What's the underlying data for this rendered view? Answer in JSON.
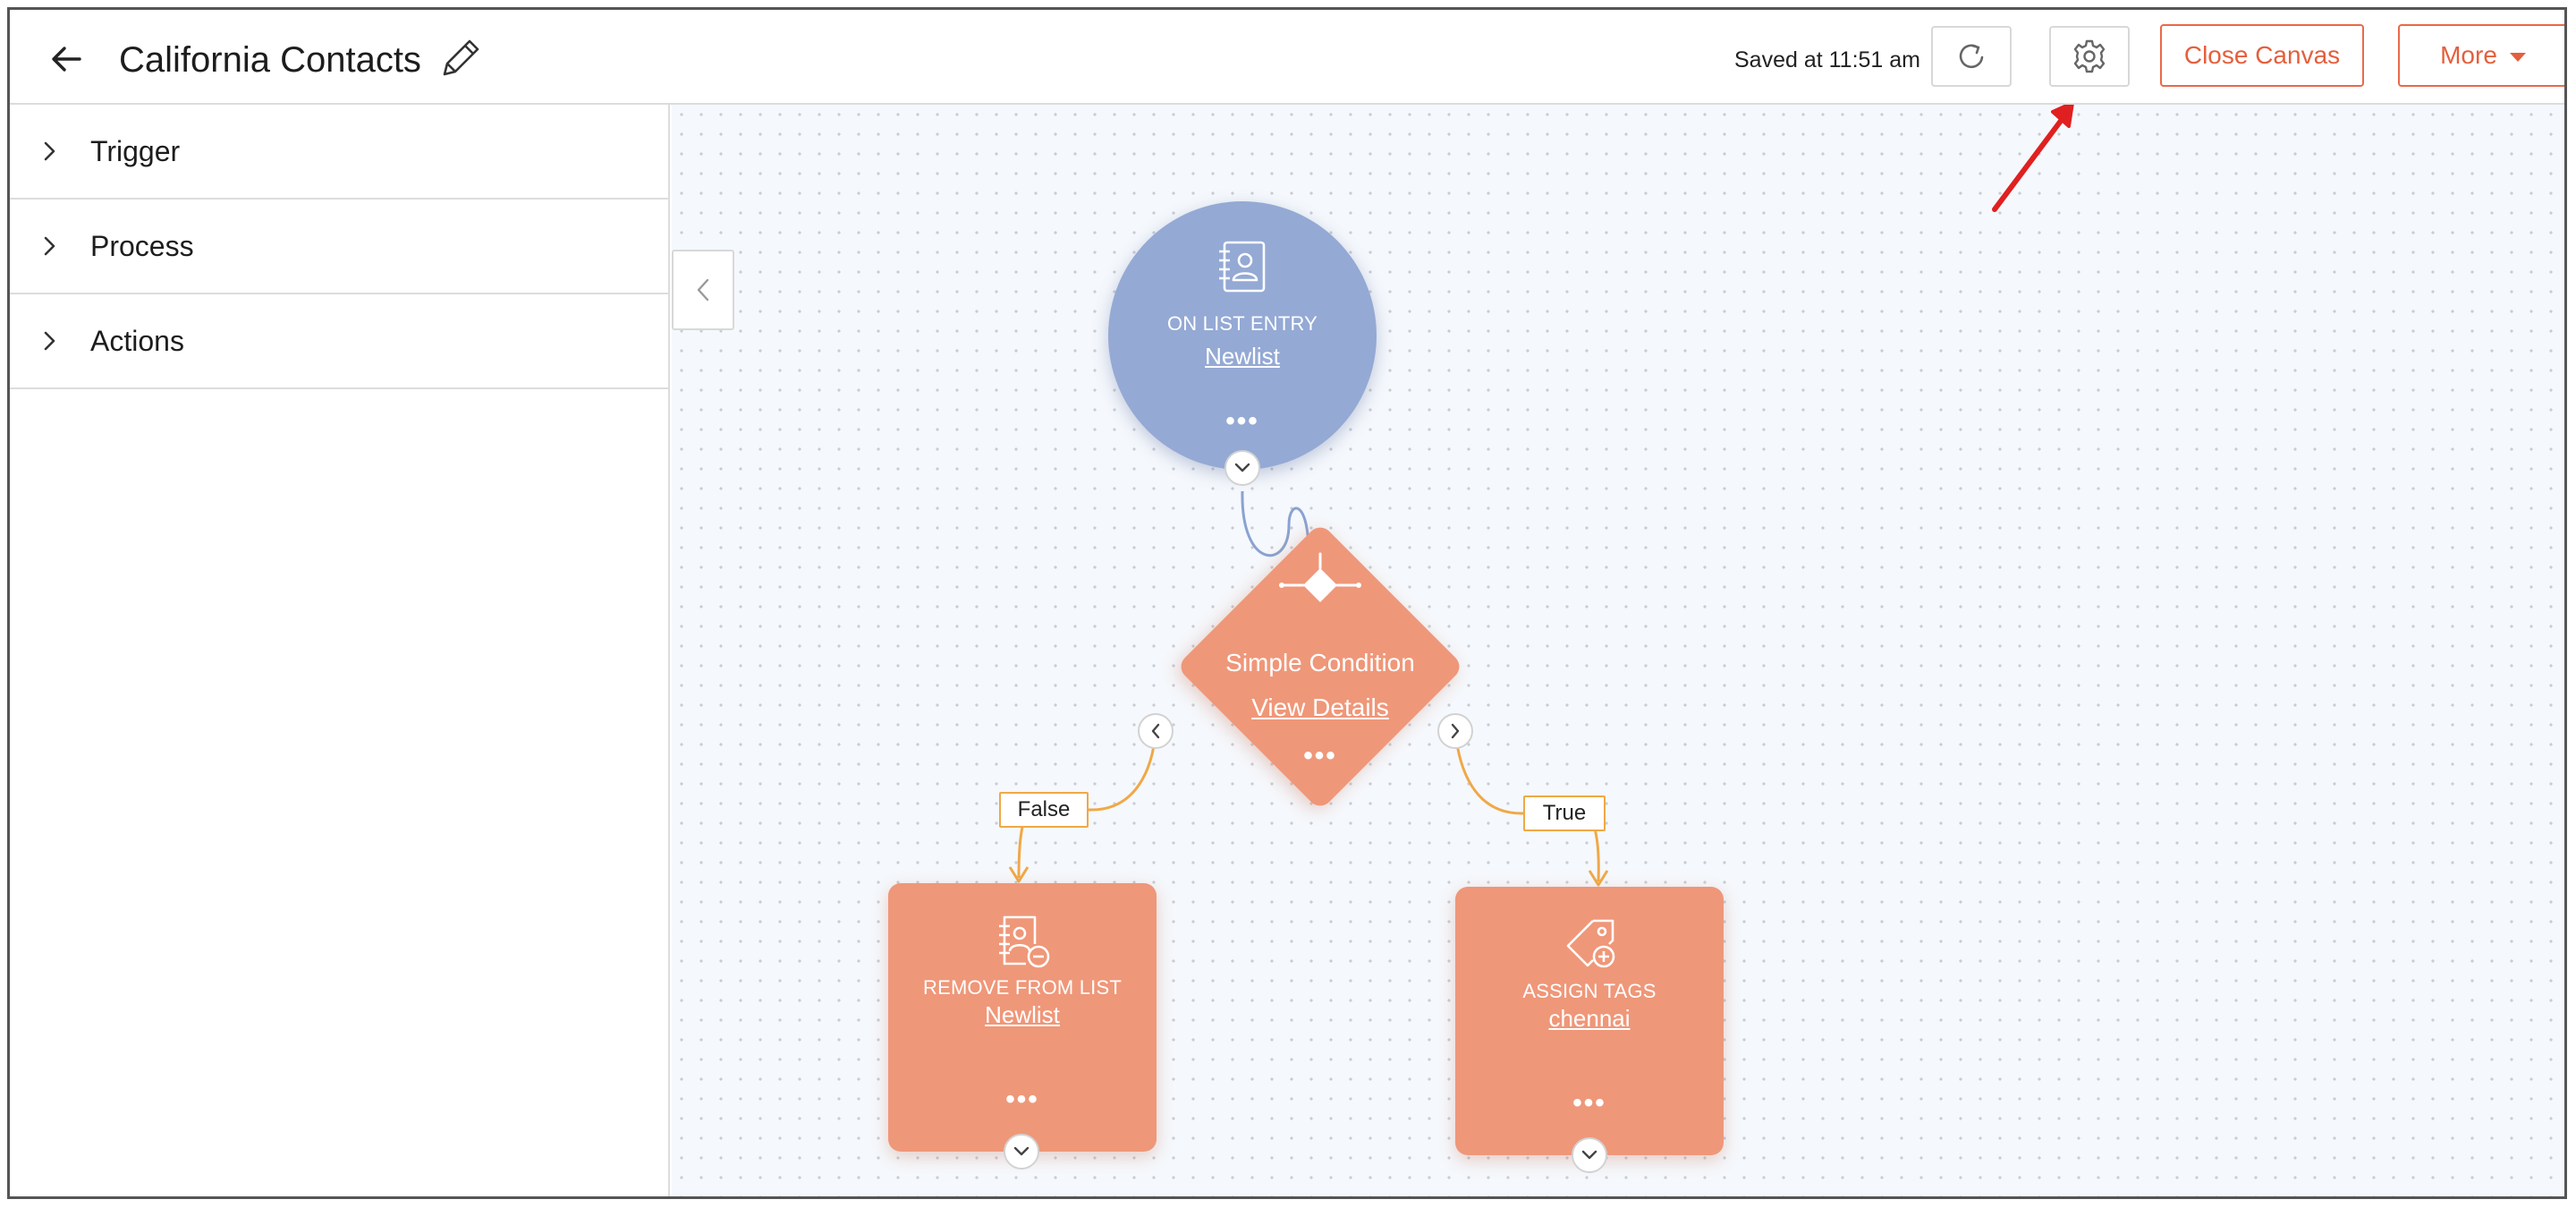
{
  "header": {
    "title": "California Contacts",
    "saved_text": "Saved at 11:51 am",
    "close_canvas_label": "Close Canvas",
    "more_label": "More"
  },
  "sidebar": {
    "items": [
      {
        "label": "Trigger"
      },
      {
        "label": "Process"
      },
      {
        "label": "Actions"
      }
    ]
  },
  "canvas": {
    "trigger_node": {
      "title": "ON LIST ENTRY",
      "link": "Newlist",
      "more": "•••"
    },
    "condition_node": {
      "title": "Simple Condition",
      "link": "View Details",
      "more": "•••"
    },
    "false_label": "False",
    "true_label": "True",
    "remove_node": {
      "title": "REMOVE FROM LIST",
      "link": "Newlist",
      "more": "•••"
    },
    "assign_node": {
      "title": "ASSIGN TAGS",
      "link": "chennai",
      "more": "•••"
    }
  },
  "colors": {
    "accent": "#e45f3c",
    "trigger_node": "#94a9d4",
    "action_node": "#ef9779",
    "branch_line": "#f0a847",
    "annotation_arrow": "#e02020"
  }
}
